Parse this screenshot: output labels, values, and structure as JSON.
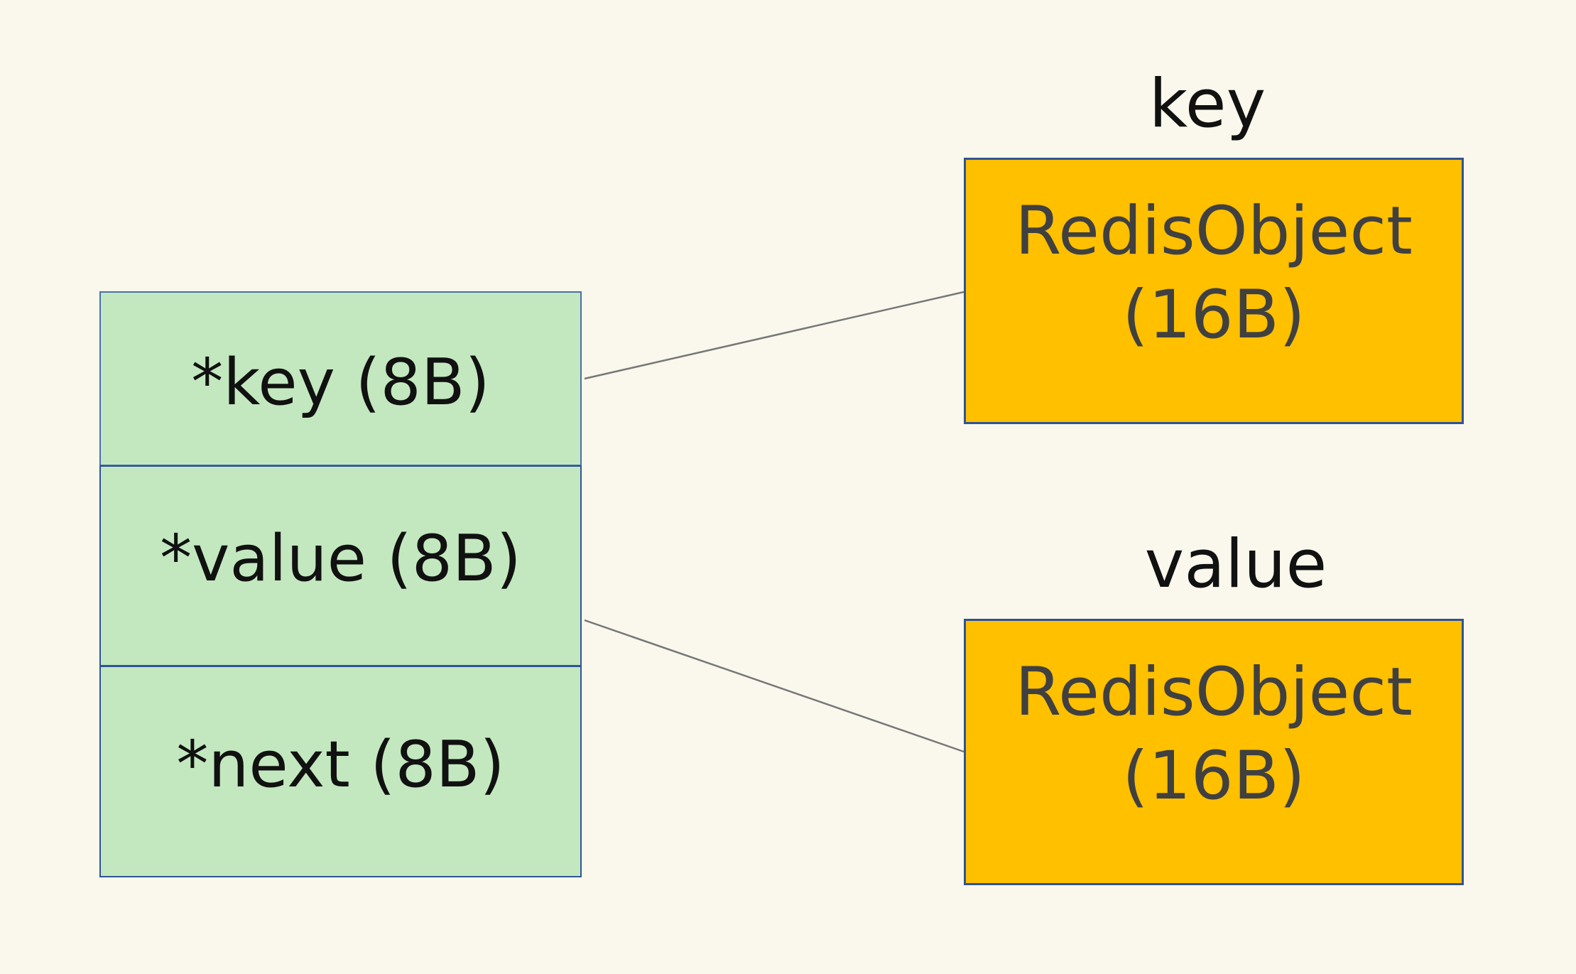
{
  "entry": {
    "fields": [
      {
        "label": "*key (8B)"
      },
      {
        "label": "*value (8B)"
      },
      {
        "label": "*next (8B)"
      }
    ]
  },
  "objects": {
    "key": {
      "caption": "key",
      "name": "RedisObject",
      "size": "(16B)"
    },
    "value": {
      "caption": "value",
      "name": "RedisObject",
      "size": "(16B)"
    }
  },
  "colors": {
    "background": "#faf8ec",
    "entry_fill": "#c3e8bf",
    "object_fill": "#ffc000",
    "border": "#2f5496",
    "connector": "#777777"
  }
}
